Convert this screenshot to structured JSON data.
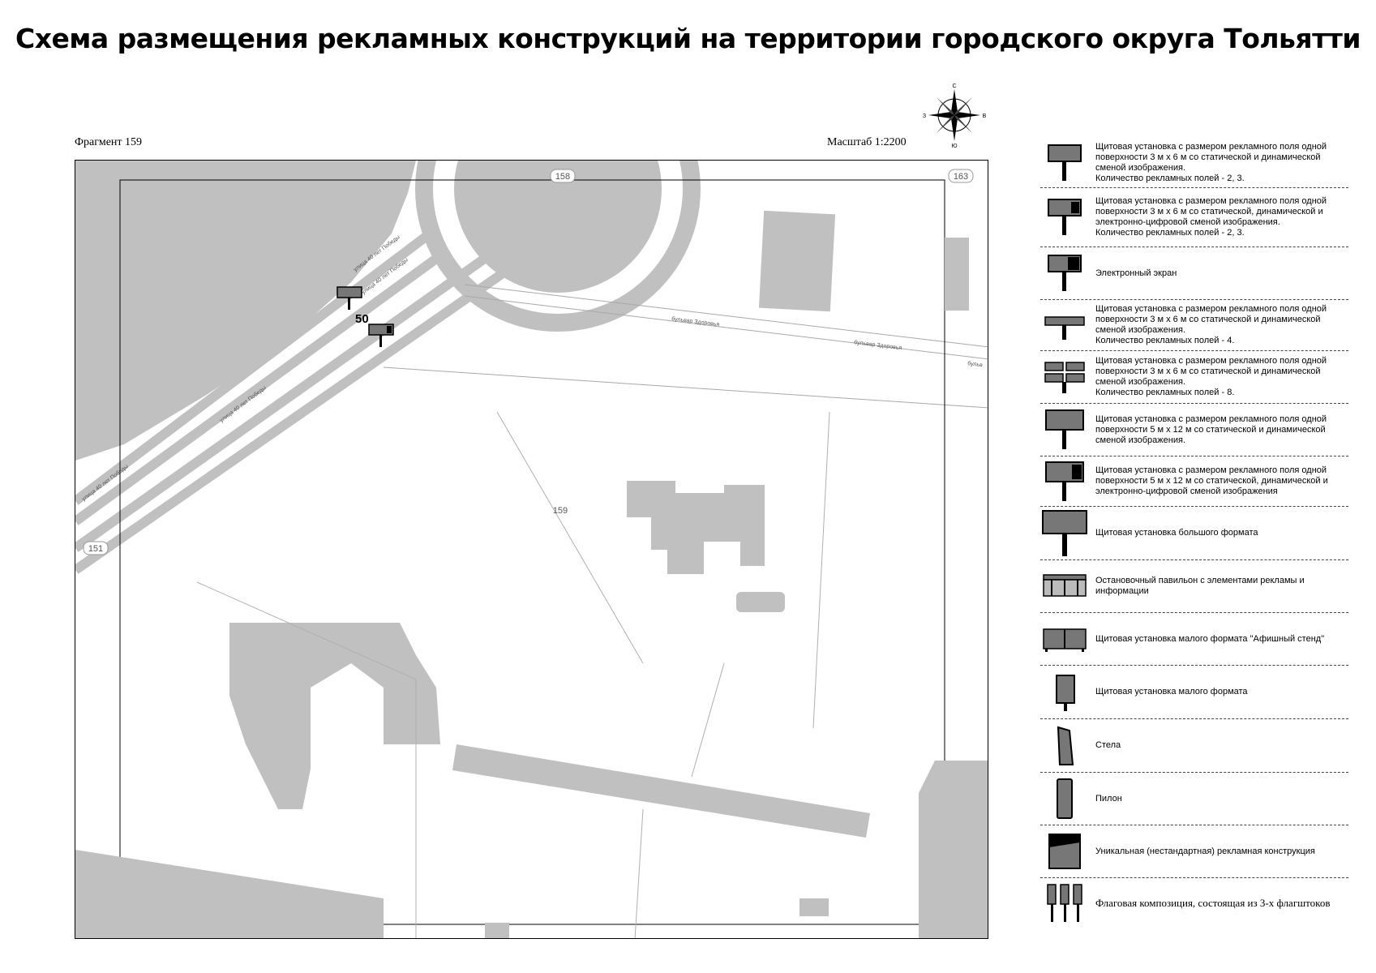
{
  "header": {
    "title": "Схема размещения рекламных конструкций на территории городского округа Тольятти",
    "fragment": "Фрагмент 159",
    "scale": "Масштаб 1:2200"
  },
  "compass": {
    "n": "С",
    "s": "Ю",
    "w": "З",
    "e": "В"
  },
  "map": {
    "block_labels": {
      "b158": "158",
      "b163": "163",
      "b159": "159",
      "b151": "151"
    },
    "marker_label": "50",
    "street_labels": {
      "pobedy_1": "улица 40 лет Победы",
      "pobedy_2": "улица 40 лет Победы",
      "pobedy_3": "улица 40 лет Победы",
      "pobedy_4": "улица 40 лет Победы",
      "zdorovya_1": "бульвар Здоровья",
      "zdorovya_2": "бульвар Здоровья",
      "zdorovya_3": "бульв"
    },
    "colors": {
      "fill": "#c0c0c0",
      "line": "#9a9a9a"
    }
  },
  "legend": {
    "items": [
      {
        "text": "Щитовая установка с размером рекламного поля одной поверхности 3 м х 6 м со статической и динамической сменой изображения.\nКоличество рекламных полей - 2, 3.",
        "icon": "billboard-3x6-icon"
      },
      {
        "text": "Щитовая установка с размером рекламного поля одной поверхности 3 м х 6 м со статической, динамической и электронно-цифровой сменой изображения.\nКоличество рекламных полей - 2, 3.",
        "icon": "billboard-3x6-digital-icon"
      },
      {
        "text": "Электронный экран",
        "icon": "electronic-screen-icon"
      },
      {
        "text": "Щитовая установка с размером рекламного поля одной поверхности 3 м х 6 м со статической и динамической сменой изображения.\nКоличество рекламных полей - 4.",
        "icon": "billboard-4-fields-icon"
      },
      {
        "text": "Щитовая установка с размером рекламного поля одной поверхности 3 м х 6 м со статической и динамической сменой изображения.\nКоличество рекламных полей - 8.",
        "icon": "billboard-8-fields-icon"
      },
      {
        "text": "Щитовая установка с размером рекламного поля одной поверхности 5 м х 12 м со статической и динамической сменой изображения.",
        "icon": "billboard-5x12-icon"
      },
      {
        "text": "Щитовая установка с размером рекламного поля одной поверхности 5 м х 12 м со статической, динамической и электронно-цифровой сменой изображения",
        "icon": "billboard-5x12-digital-icon"
      },
      {
        "text": "Щитовая установка большого формата",
        "icon": "large-format-billboard-icon"
      },
      {
        "text": "Остановочный павильон с элементами рекламы и информации",
        "icon": "bus-stop-pavilion-icon"
      },
      {
        "text": "Щитовая установка малого формата \"Афишный стенд\"",
        "icon": "poster-stand-icon"
      },
      {
        "text": "Щитовая установка малого формата",
        "icon": "small-format-billboard-icon"
      },
      {
        "text": "Стела",
        "icon": "stele-icon"
      },
      {
        "text": "Пилон",
        "icon": "pylon-icon"
      },
      {
        "text": "Уникальная (нестандартная) рекламная конструкция",
        "icon": "unique-structure-icon"
      },
      {
        "text": "Флаговая композиция, состоящая из 3-х флагштоков",
        "icon": "flag-composition-icon"
      }
    ]
  }
}
